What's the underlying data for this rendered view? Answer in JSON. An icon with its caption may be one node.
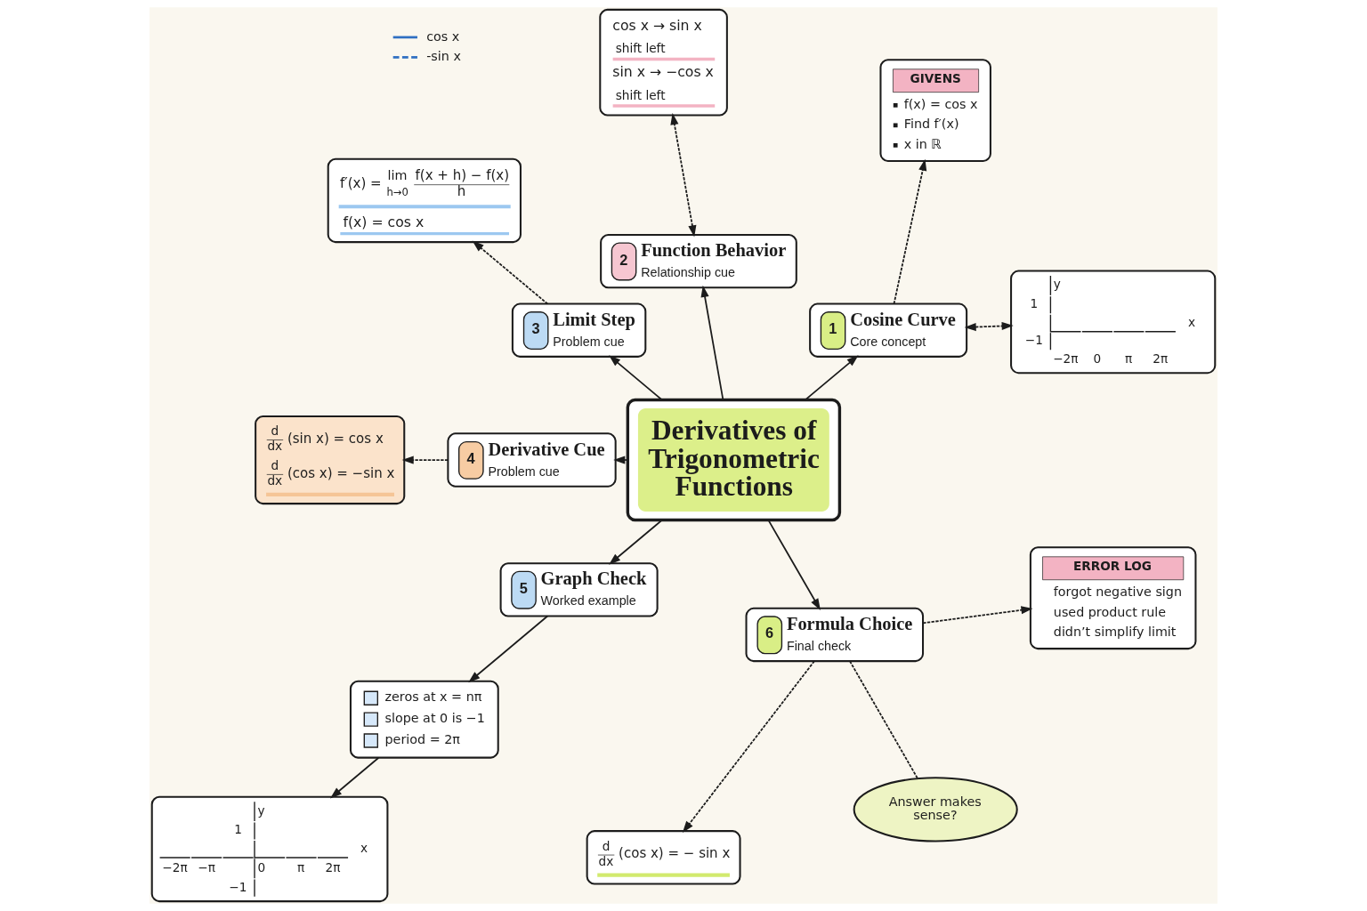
{
  "diagram": {
    "nodes": [
      {
        "text": [
          "y",
          "1",
          "x",
          "−1",
          "−2π",
          "0",
          "π",
          "2π"
        ]
      },
      {
        "text": [
          "1",
          "Cosine Curve",
          "Core concept"
        ]
      },
      {
        "text": [
          "2",
          "Function Behavior",
          "Relationship cue"
        ]
      },
      {
        "text": [
          "cos x → sin x",
          "shift left",
          "sin x → −cos x",
          "shift left"
        ]
      },
      {
        "text": [
          "GIVENS",
          "f(x) = cos x",
          "Find f′(x)",
          "x in ℝ"
        ]
      },
      {
        "text": [
          "Derivatives of Trigonometric Functions"
        ]
      },
      {
        "text": [
          "3",
          "Limit Step",
          "Problem cue"
        ]
      },
      {
        "text": [
          "f′(x) =",
          "lim",
          "h→0",
          "f(x + h) − f(x)",
          "h",
          "f(x) = cos x"
        ]
      },
      {
        "text": [
          "d",
          "dx",
          "(sin x) = cos x",
          "d",
          "dx",
          "(cos x) = −sin x"
        ]
      },
      {
        "text": [
          "4",
          "Derivative Cue",
          "Problem cue"
        ]
      },
      {
        "text": [
          "y",
          "1",
          "−2π",
          "−π",
          "0",
          "π",
          "2π",
          "x",
          "−1"
        ]
      },
      {
        "text": [
          "5",
          "Graph Check",
          "Worked example"
        ]
      },
      {
        "text": [
          "6",
          "Formula Choice",
          "Final check"
        ]
      },
      {
        "text": [
          "d",
          "dx",
          "(cos x) = − sin x"
        ]
      },
      {
        "text": [
          "zeros at x = nπ",
          "slope at 0 is −1",
          "period = 2π"
        ]
      },
      {
        "text": [
          "Answer makes sense?"
        ]
      },
      {
        "text": [
          "ERROR LOG",
          "forgot negative sign",
          "used product rule",
          "didn’t simplify limit"
        ]
      }
    ],
    "edges": [
      {
        "from": 5,
        "to": 6,
        "arrow": "to"
      },
      {
        "from": 5,
        "to": 2,
        "arrow": "to"
      },
      {
        "from": 5,
        "to": 1,
        "arrow": "to"
      },
      {
        "from": 5,
        "to": 9,
        "arrow": "to"
      },
      {
        "from": 5,
        "to": 11,
        "arrow": "to"
      },
      {
        "from": 5,
        "to": 12,
        "arrow": "to"
      },
      {
        "from": 6,
        "to": 7,
        "arrow": "to",
        "style": "dashed"
      },
      {
        "from": 2,
        "to": 3,
        "arrow": "both",
        "style": "dashed"
      },
      {
        "from": 1,
        "to": 0,
        "arrow": "both",
        "style": "dashed"
      },
      {
        "from": 1,
        "to": 4,
        "arrow": "to",
        "style": "dashed"
      },
      {
        "from": 9,
        "to": 8,
        "arrow": "to",
        "style": "dashed"
      },
      {
        "from": 11,
        "to": 14,
        "arrow": "to"
      },
      {
        "from": 14,
        "to": 10,
        "arrow": "to"
      },
      {
        "from": 12,
        "to": 15,
        "arrow": "none",
        "style": "dashed"
      },
      {
        "from": 12,
        "to": 16,
        "arrow": "to",
        "style": "dashed"
      },
      {
        "from": 12,
        "to": 13,
        "arrow": "to",
        "style": "dashed"
      }
    ],
    "legend": [
      {
        "text": "cos x"
      },
      {
        "text": "-sin x"
      }
    ]
  }
}
